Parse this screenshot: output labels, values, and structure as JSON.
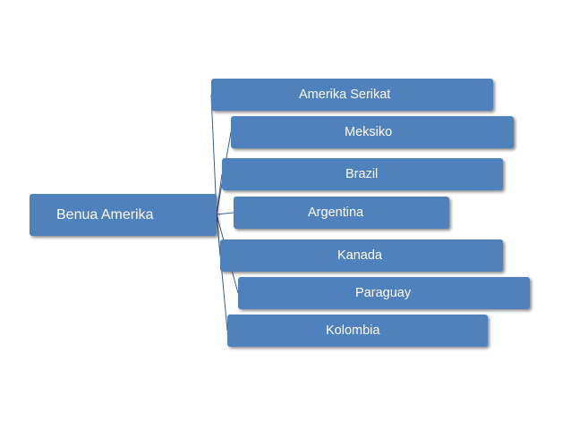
{
  "diagram": {
    "root": {
      "label": "Benua Amerika"
    },
    "children": [
      {
        "label": "Amerika Serikat"
      },
      {
        "label": "Meksiko"
      },
      {
        "label": "Brazil"
      },
      {
        "label": "Argentina"
      },
      {
        "label": "Kanada"
      },
      {
        "label": "Paraguay"
      },
      {
        "label": "Kolombia"
      }
    ]
  },
  "colors": {
    "node_fill": "#4f81bd",
    "node_text": "#ffffff",
    "connector": "#3b5f92",
    "background": "#ffffff"
  }
}
